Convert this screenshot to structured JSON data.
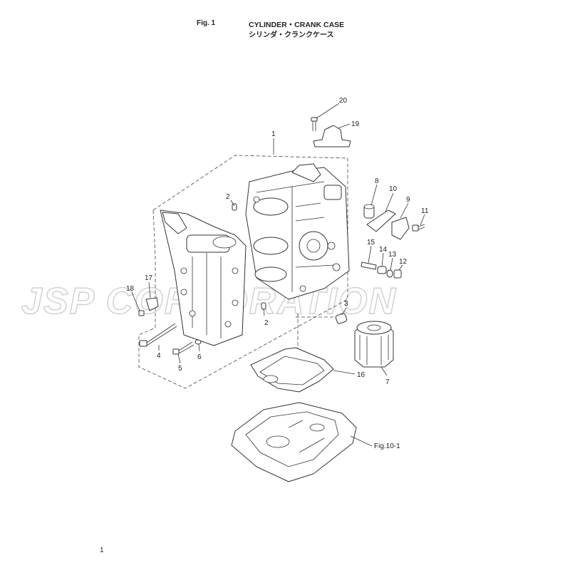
{
  "header": {
    "fig_label": "Fig. 1",
    "title_en": "CYLINDER・CRANK CASE",
    "title_jp": "シリンダ・クランクケース"
  },
  "watermark": "JSP CORPORATION",
  "callouts": [
    {
      "id": "c1",
      "text": "1"
    },
    {
      "id": "c2a",
      "text": "2"
    },
    {
      "id": "c2b",
      "text": "2"
    },
    {
      "id": "c3",
      "text": "3"
    },
    {
      "id": "c4",
      "text": "4"
    },
    {
      "id": "c5",
      "text": "5"
    },
    {
      "id": "c6",
      "text": "6"
    },
    {
      "id": "c7",
      "text": "7"
    },
    {
      "id": "c8",
      "text": "8"
    },
    {
      "id": "c9",
      "text": "9"
    },
    {
      "id": "c10",
      "text": "10"
    },
    {
      "id": "c11",
      "text": "11"
    },
    {
      "id": "c12",
      "text": "12"
    },
    {
      "id": "c13",
      "text": "13"
    },
    {
      "id": "c14",
      "text": "14"
    },
    {
      "id": "c15",
      "text": "15"
    },
    {
      "id": "c16",
      "text": "16"
    },
    {
      "id": "c17",
      "text": "17"
    },
    {
      "id": "c18",
      "text": "18"
    },
    {
      "id": "c19",
      "text": "19"
    },
    {
      "id": "c20",
      "text": "20"
    },
    {
      "id": "cfig",
      "text": "Fig.10-1"
    }
  ],
  "footer": {
    "page_number": "1"
  },
  "colors": {
    "line": "#333333",
    "watermark": "#cfcfcf",
    "background": "#ffffff"
  }
}
